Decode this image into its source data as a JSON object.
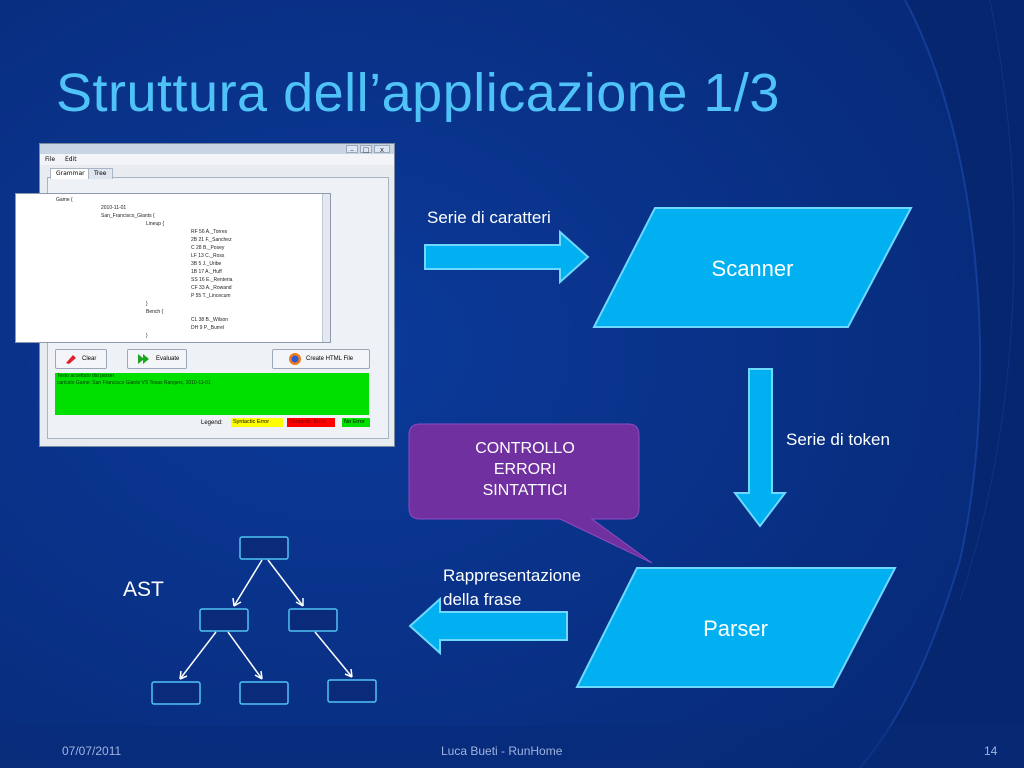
{
  "slide": {
    "title": "Struttura dell’applicazione 1/3",
    "footer_date": "07/07/2011",
    "footer_author": "Luca Bueti - RunHome",
    "footer_page": "14"
  },
  "diagram": {
    "input_label": "Serie di caratteri",
    "scanner_label": "Scanner",
    "token_label": "Serie di token",
    "parser_label": "Parser",
    "callout_lines": [
      "CONTROLLO",
      "ERRORI",
      "SINTATTICI"
    ],
    "output_label_1": "Rappresentazione",
    "output_label_2": "della frase",
    "ast_label": "AST"
  },
  "screenshot": {
    "menu_file": "File",
    "menu_edit": "Edit",
    "tab_grammar": "Grammar",
    "tab_tree": "Tree",
    "code_lines": [
      "Game {",
      "2010-11-01",
      "San_Francisco_Giants {",
      "Lineup {",
      "RF 56 A._Torres",
      "2B 21 F._Sanchez",
      "C 28 B._Posey",
      "LF 13 C._Ross",
      "3B 5 J._Uribe",
      "1B 17 A._Huff",
      "SS 16 E._Renteria",
      "CF 33 A._Rowand",
      "P 55 T._Lincecum",
      "}",
      "Bench {",
      "CL 38 B._Wilson",
      "DH 9 P._Burrel",
      "}"
    ],
    "btn_clear": "Clear",
    "btn_evaluate": "Evaluate",
    "btn_create_html": "Create HTML File",
    "result_line_1": "Testo accettato dal parser",
    "result_line_2": "caricato Game: San Francisco Giants VS Texas Rangers, 2010-11-01",
    "legend_label": "Legend:",
    "legend_syntactic": "Syntactic Error",
    "legend_semantic": "Semantic Error",
    "legend_noerror": "No Error"
  },
  "colors": {
    "title": "#4fc3f7",
    "shape_fill": "#00b0f0",
    "callout_fill": "#7030a0",
    "result_green": "#00e000",
    "legend_yellow": "#ffff00",
    "legend_red": "#ff0000"
  }
}
